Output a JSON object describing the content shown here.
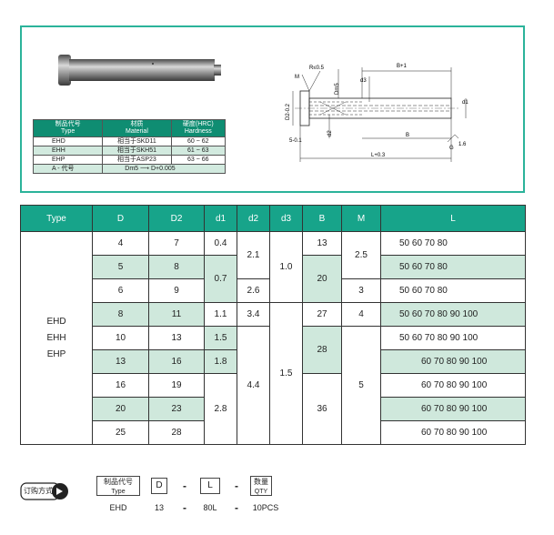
{
  "material_table": {
    "headers": [
      {
        "zh": "制品代号",
        "en": "Type"
      },
      {
        "zh": "材质",
        "en": "Material"
      },
      {
        "zh": "硬度(HRC)",
        "en": "Hardness"
      }
    ],
    "rows": [
      {
        "type": "EHD",
        "material": "相当于SKD11",
        "hardness": "60 ~ 62"
      },
      {
        "type": "EHH",
        "material": "相当于SKH51",
        "hardness": "61 ~ 63"
      },
      {
        "type": "EHP",
        "material": "相当于ASP23",
        "hardness": "63 ~ 66"
      }
    ],
    "note": {
      "code": "A - 代号",
      "formula": "Dm5 ⟶ D+0.005"
    }
  },
  "drawing": {
    "labels": {
      "M": "M",
      "R": "R≤0.5",
      "Dm5": "Dm5",
      "d3": "d3",
      "B1": "B+1",
      "d1": "d1",
      "D2": "D2-0.2",
      "d2": "d2",
      "five": "5-0.1",
      "B": "B",
      "G": "G",
      "roughness": "1.6",
      "L": "L+0.3"
    }
  },
  "spec_table": {
    "headers": [
      "Type",
      "D",
      "D2",
      "d1",
      "d2",
      "d3",
      "B",
      "M",
      "L"
    ],
    "type_names": [
      "EHD",
      "EHH",
      "EHP"
    ],
    "rows": [
      {
        "D": "4",
        "D2": "7",
        "L": "50  60  70  80"
      },
      {
        "D": "5",
        "D2": "8",
        "L": "50  60  70  80"
      },
      {
        "D": "6",
        "D2": "9",
        "L": "50  60  70  80"
      },
      {
        "D": "8",
        "D2": "11",
        "L": "50  60  70  80  90  100"
      },
      {
        "D": "10",
        "D2": "13",
        "L": "50  60  70  80  90  100"
      },
      {
        "D": "13",
        "D2": "16",
        "L": "60  70  80  90  100"
      },
      {
        "D": "16",
        "D2": "19",
        "L": "60  70  80  90  100"
      },
      {
        "D": "20",
        "D2": "23",
        "L": "60  70  80  90  100"
      },
      {
        "D": "25",
        "D2": "28",
        "L": "60  70  80  90  100"
      }
    ],
    "d1": [
      "0.4",
      "0.7",
      "1.1",
      "1.5",
      "1.8",
      "2.8"
    ],
    "d2": [
      "2.1",
      "2.6",
      "3.4",
      "4.4"
    ],
    "d3": [
      "1.0",
      "1.5"
    ],
    "B": [
      "13",
      "20",
      "27",
      "28",
      "36"
    ],
    "M": [
      "2.5",
      "3",
      "4",
      "5"
    ]
  },
  "order": {
    "badge": "订购方式",
    "type_zh": "制品代号",
    "type_en": "Type",
    "d_box": "D",
    "l_box": "L",
    "qty_zh": "数量",
    "qty_en": "QTY",
    "dash": "-",
    "example": {
      "type": "EHD",
      "d": "13",
      "l": "80L",
      "qty": "10PCS"
    }
  },
  "colors": {
    "accent": "#17a48a",
    "header_dark": "#0f8d72",
    "row_alt": "#cfe8dc"
  }
}
